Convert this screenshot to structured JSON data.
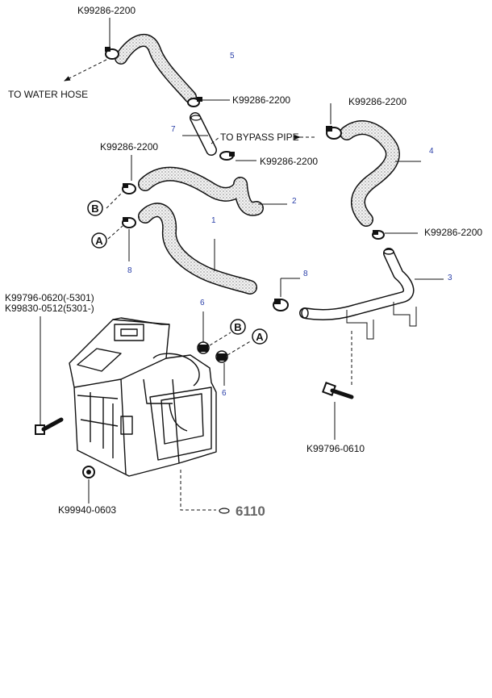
{
  "parts": {
    "clamp_top": "K99286-2200",
    "clamp_mid": "K99286-2200",
    "clamp_right_top": "K99286-2200",
    "clamp_pipe_lower": "K99286-2200",
    "clamp_left": "K99286-2200",
    "clamp_right_lower": "K99286-2200",
    "bolt_a": "K99796-0620(-5301)",
    "bolt_b": "K99830-0512(5301-)",
    "bolt_right": "K99796-0610",
    "nut_bottom": "K99940-0603"
  },
  "notes": {
    "water_hose": "TO WATER HOSE",
    "bypass_pipe": "TO BYPASS PIPE"
  },
  "callouts": {
    "n1": "1",
    "n2": "2",
    "n3": "3",
    "n4": "4",
    "n5": "5",
    "n6a": "6",
    "n6b": "6",
    "n7": "7",
    "n8a": "8",
    "n8b": "8"
  },
  "markers": {
    "b_left": "B",
    "a_left": "A",
    "b_right": "B",
    "a_right": "A"
  },
  "reference": "6110"
}
